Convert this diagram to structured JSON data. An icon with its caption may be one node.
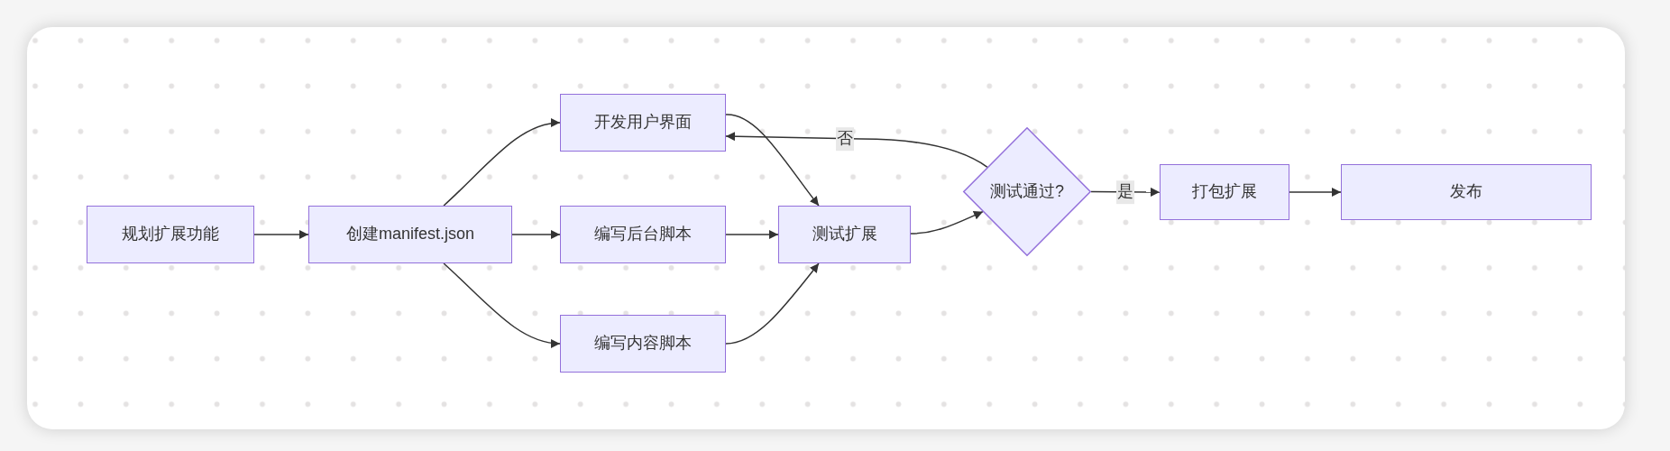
{
  "diagram": {
    "nodes": [
      {
        "text": [
          "规划扩展功能"
        ]
      },
      {
        "text": [
          "创建manifest.json"
        ]
      },
      {
        "text": [
          "开发用户界面"
        ]
      },
      {
        "text": [
          "编写后台脚本"
        ]
      },
      {
        "text": [
          "编写内容脚本"
        ]
      },
      {
        "text": [
          "测试扩展"
        ]
      },
      {
        "text": [
          "测试通过?"
        ]
      },
      {
        "text": [
          "打包扩展"
        ]
      },
      {
        "text": [
          "发布"
        ]
      }
    ],
    "edges": [
      {
        "from": 0,
        "to": 1,
        "arrow": "to"
      },
      {
        "from": 1,
        "to": 2,
        "arrow": "to"
      },
      {
        "from": 1,
        "to": 3,
        "arrow": "to"
      },
      {
        "from": 1,
        "to": 4,
        "arrow": "to"
      },
      {
        "from": 2,
        "to": 5,
        "arrow": "to"
      },
      {
        "from": 3,
        "to": 5,
        "arrow": "to"
      },
      {
        "from": 4,
        "to": 5,
        "arrow": "to"
      },
      {
        "from": 5,
        "to": 6,
        "arrow": "to"
      },
      {
        "from": 6,
        "to": 2,
        "label": "否",
        "arrow": "to"
      },
      {
        "from": 6,
        "to": 7,
        "label": "是",
        "arrow": "to"
      },
      {
        "from": 7,
        "to": 8,
        "arrow": "to"
      }
    ]
  }
}
